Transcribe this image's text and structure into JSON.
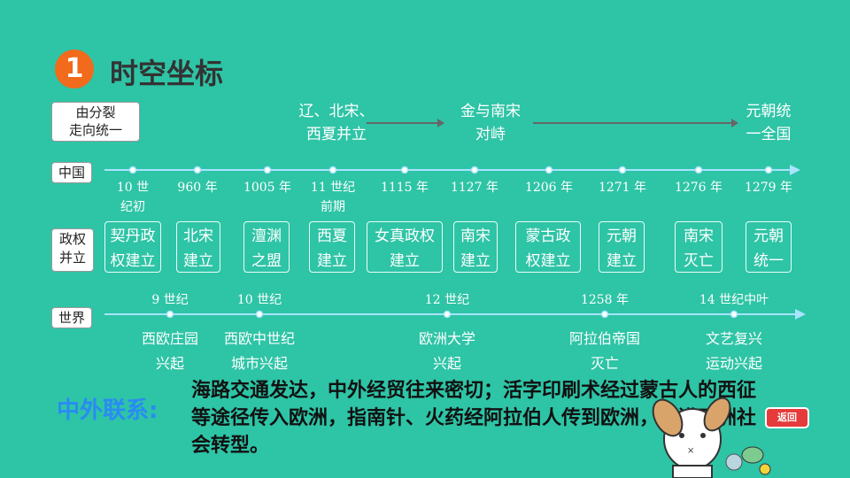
{
  "header": {
    "number": "1",
    "title": "时空坐标"
  },
  "row_labels": {
    "trend": "由分裂\n走向统一",
    "china": "中国",
    "regimes": "政权\n并立",
    "world": "世界"
  },
  "trend": [
    {
      "text": "辽、北宋、\n西夏并立"
    },
    {
      "text": "金与南宋\n对峙"
    },
    {
      "text": "元朝统\n一全国"
    }
  ],
  "china_ticks": [
    {
      "text": "10 世\n纪初"
    },
    {
      "text": "960 年"
    },
    {
      "text": "1005 年"
    },
    {
      "text": "11 世纪\n前期"
    },
    {
      "text": "1115 年"
    },
    {
      "text": "1127 年"
    },
    {
      "text": "1206 年"
    },
    {
      "text": "1271 年"
    },
    {
      "text": "1276 年"
    },
    {
      "text": "1279 年"
    }
  ],
  "regimes": [
    {
      "text": "契丹政\n权建立"
    },
    {
      "text": "北宋\n建立"
    },
    {
      "text": "澶渊\n之盟"
    },
    {
      "text": "西夏\n建立"
    },
    {
      "text": "女真政权\n建立"
    },
    {
      "text": "南宋\n建立"
    },
    {
      "text": "蒙古政\n权建立"
    },
    {
      "text": "元朝\n建立"
    },
    {
      "text": "南宋\n灭亡"
    },
    {
      "text": "元朝\n统一"
    }
  ],
  "world_events": [
    {
      "time": "9 世纪",
      "text": "西欧庄园\n兴起"
    },
    {
      "time": "10 世纪",
      "text": "西欧中世纪\n城市兴起"
    },
    {
      "time": "12 世纪",
      "text": "欧洲大学\n兴起"
    },
    {
      "time": "1258 年",
      "text": "阿拉伯帝国\n灭亡"
    },
    {
      "time": "14 世纪中叶",
      "text": "文艺复兴\n运动兴起"
    }
  ],
  "links": {
    "label": "中外联系:",
    "text": "海路交通发达，中外经贸往来密切；活字印刷术经过蒙古人的西征等途径传入欧洲，指南针、火药经阿拉伯人传到欧洲，促进欧洲社会转型。"
  },
  "back_button": "返回"
}
